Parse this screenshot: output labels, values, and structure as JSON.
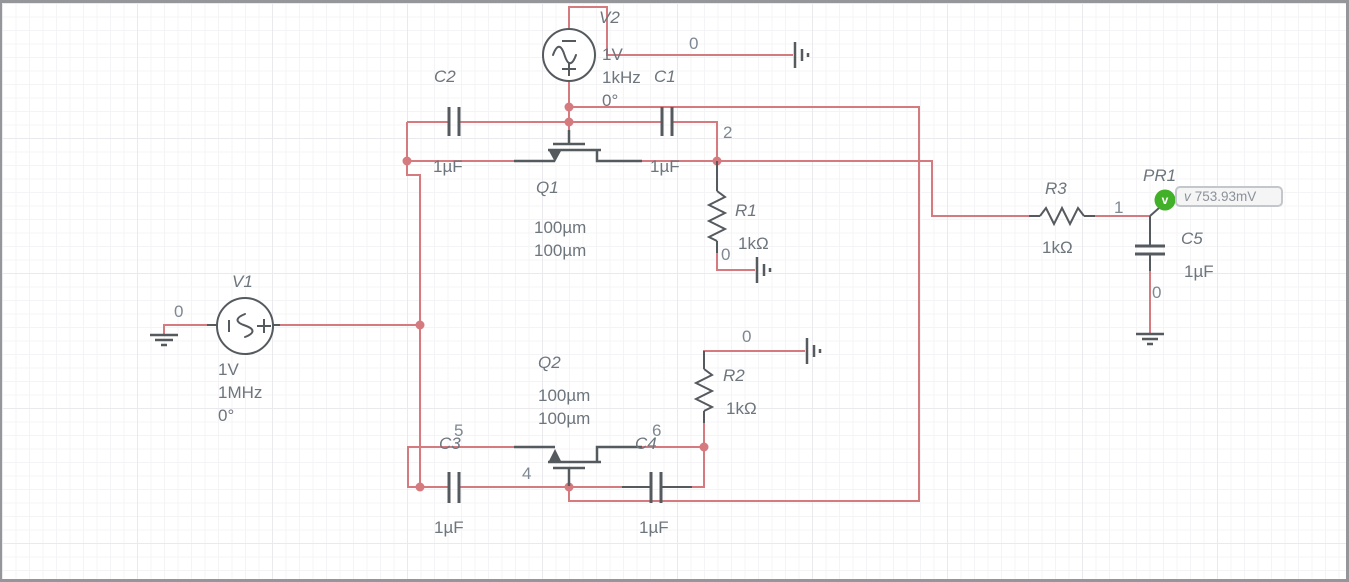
{
  "components": {
    "v2": {
      "name": "V2",
      "voltage": "1V",
      "frequency": "1kHz",
      "phase": "0°"
    },
    "v1": {
      "name": "V1",
      "voltage": "1V",
      "frequency": "1MHz",
      "phase": "0°"
    },
    "c1": {
      "name": "C1",
      "value": "1µF"
    },
    "c2": {
      "name": "C2",
      "value": "1µF"
    },
    "c3": {
      "name": "C3",
      "value": "1µF"
    },
    "c4": {
      "name": "C4",
      "value": "1µF"
    },
    "c5": {
      "name": "C5",
      "value": "1µF"
    },
    "q1": {
      "name": "Q1",
      "width": "100µm",
      "length": "100µm"
    },
    "q2": {
      "name": "Q2",
      "width": "100µm",
      "length": "100µm"
    },
    "r1": {
      "name": "R1",
      "value": "1kΩ"
    },
    "r2": {
      "name": "R2",
      "value": "1kΩ"
    },
    "r3": {
      "name": "R3",
      "value": "1kΩ"
    },
    "pr1": {
      "name": "PR1",
      "probe_letter": "v",
      "reading_prefix": "v",
      "reading": "753.93mV"
    }
  },
  "nodes": {
    "n0_v2": "0",
    "n0_v1": "0",
    "n0_r1": "0",
    "n0_r2": "0",
    "n0_c5": "0",
    "n1": "1",
    "n2": "2",
    "n4": "4",
    "n5": "5",
    "n6": "6"
  },
  "colors": {
    "wire": "#d57b80",
    "component": "#555a5f",
    "label": "#6d757d",
    "node_label": "#7e8892",
    "probe_green": "#43b02a",
    "probe_box_bg": "#f5f5f6",
    "probe_box_border": "#c3c6ca",
    "grid_minor": "#f4f4f7",
    "grid_major": "#e9e9ee",
    "border": "#95969a",
    "background": "#ffffff"
  }
}
